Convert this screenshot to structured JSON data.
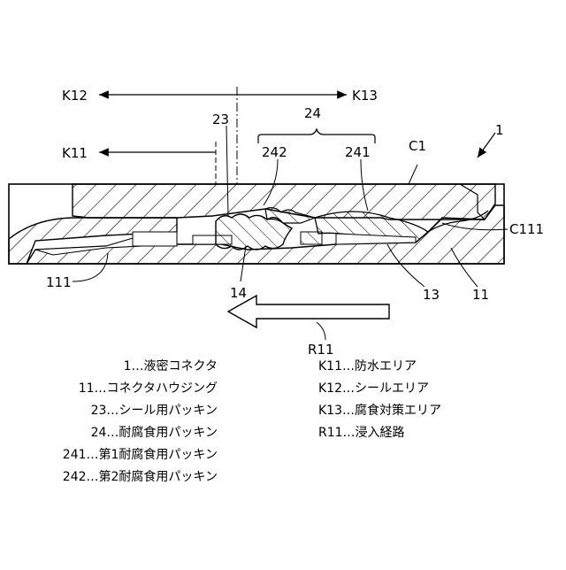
{
  "figure": {
    "labels": {
      "k12": "K12",
      "k13": "K13",
      "k11": "K11",
      "n23": "23",
      "n24": "24",
      "n242": "242",
      "n241": "241",
      "c1": "C1",
      "n1": "1",
      "c111": "C111",
      "n111": "111",
      "n14": "14",
      "n13": "13",
      "n11": "11",
      "r11": "R11"
    },
    "legend_left": [
      "1…液密コネクタ",
      "11…コネクタハウジング",
      "23…シール用パッキン",
      "24…耐腐食用パッキン",
      "241…第1耐腐食用パッキン",
      "242…第2耐腐食用パッキン"
    ],
    "legend_right": [
      "K11…防水エリア",
      "K12…シールエリア",
      "K13…腐食対策エリア",
      "R11…浸入経路"
    ]
  }
}
